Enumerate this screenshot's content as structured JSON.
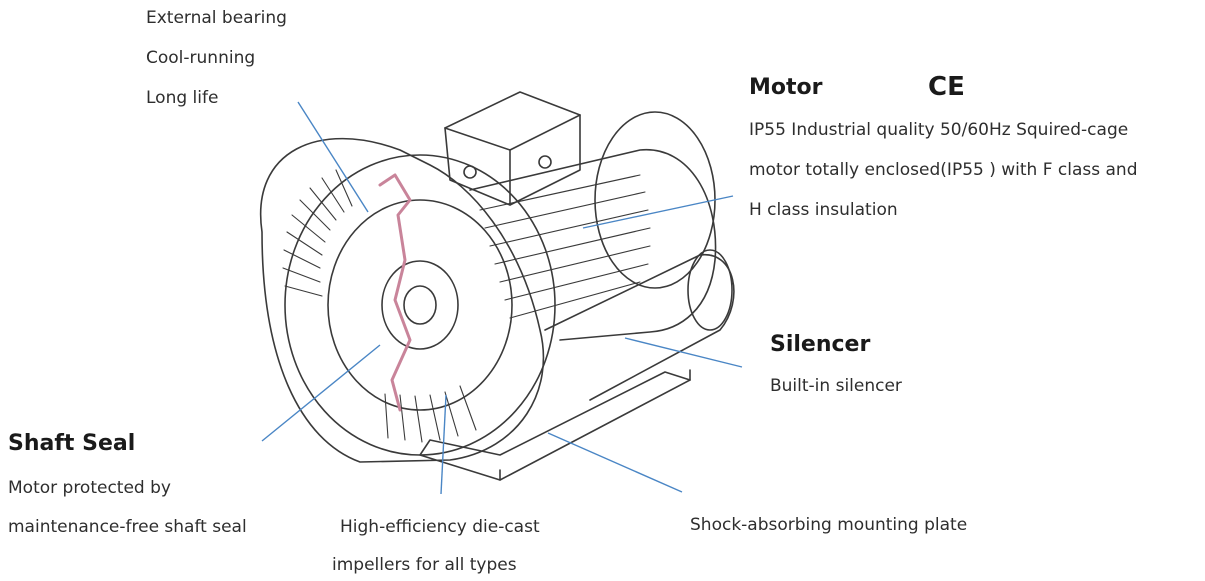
{
  "callouts": {
    "bearing": {
      "line1": "External bearing",
      "line2": "Cool-running",
      "line3": "Long life"
    },
    "motor": {
      "title": "Motor",
      "mark": "CE",
      "line1": "IP55 Industrial quality 50/60Hz Squired-cage",
      "line2": "motor totally enclosed(IP55 ) with F class and",
      "line3": "H class insulation"
    },
    "silencer": {
      "title": "Silencer",
      "line1": "Built-in silencer"
    },
    "shaft_seal": {
      "title": "Shaft Seal",
      "line1": "Motor protected by",
      "line2": "maintenance-free shaft seal"
    },
    "impellers": {
      "line1": "High-efficiency die-cast",
      "line2": "impellers for all types"
    },
    "mounting": {
      "line1": "Shock-absorbing mounting plate"
    }
  },
  "colors": {
    "leader_line": "#4a86c5",
    "outline": "#3a3a3a",
    "seal_highlight": "#c9849a"
  }
}
